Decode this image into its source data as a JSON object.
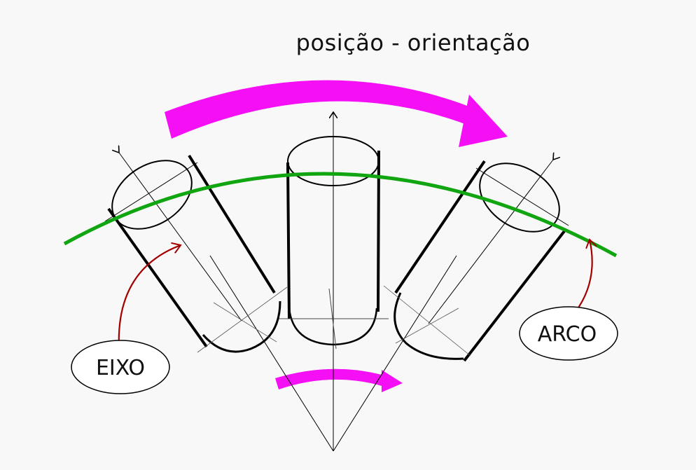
{
  "title": "posição - orientação",
  "labels": {
    "axis": "EIXO",
    "arc": "ARCO"
  },
  "colors": {
    "arc": "#11a611",
    "motion_arrow": "#f50ff5",
    "callout_arrow": "#a40000",
    "ink": "#000000",
    "background": "#f8f8f8"
  }
}
